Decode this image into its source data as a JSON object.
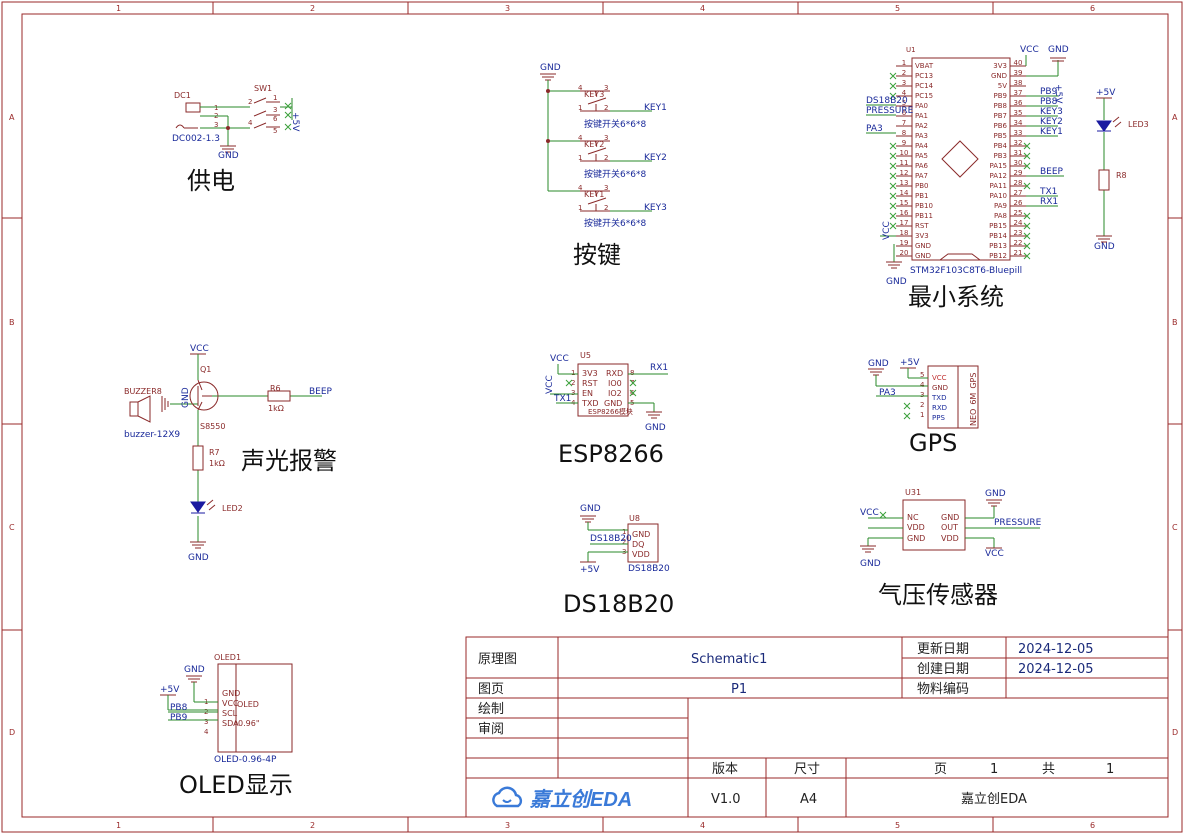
{
  "border": {
    "columns": [
      "1",
      "2",
      "3",
      "4",
      "5",
      "6"
    ],
    "rows": [
      "A",
      "B",
      "C",
      "D"
    ]
  },
  "blocks": {
    "power": {
      "title": "供电",
      "dc_ref": "DC1",
      "dc_value": "DC002-1.3",
      "sw_ref": "SW1",
      "gnd": "GND",
      "v5": "+5V",
      "pins": [
        "1",
        "2",
        "3",
        "1",
        "2",
        "3",
        "4",
        "5",
        "6"
      ]
    },
    "keys": {
      "title": "按键",
      "gnd": "GND",
      "refs": [
        "KEY3",
        "KEY2",
        "KEY1"
      ],
      "value": "按键开关6*6*8",
      "nets": [
        "KEY1",
        "KEY2",
        "KEY3"
      ]
    },
    "mcu": {
      "title": "最小系统",
      "ref": "U1",
      "value": "STM32F103C8T6-Bluepill",
      "vcc": "VCC",
      "gnd": "GND",
      "v5": "+5V",
      "left_pins": [
        {
          "num": "1",
          "name": "VBAT"
        },
        {
          "num": "2",
          "name": "PC13"
        },
        {
          "num": "3",
          "name": "PC14"
        },
        {
          "num": "4",
          "name": "PC15"
        },
        {
          "num": "5",
          "name": "PA0"
        },
        {
          "num": "6",
          "name": "PA1"
        },
        {
          "num": "7",
          "name": "PA2"
        },
        {
          "num": "8",
          "name": "PA3"
        },
        {
          "num": "9",
          "name": "PA4"
        },
        {
          "num": "10",
          "name": "PA5"
        },
        {
          "num": "11",
          "name": "PA6"
        },
        {
          "num": "12",
          "name": "PA7"
        },
        {
          "num": "13",
          "name": "PB0"
        },
        {
          "num": "14",
          "name": "PB1"
        },
        {
          "num": "15",
          "name": "PB10"
        },
        {
          "num": "16",
          "name": "PB11"
        },
        {
          "num": "17",
          "name": "RST"
        },
        {
          "num": "18",
          "name": "3V3"
        },
        {
          "num": "19",
          "name": "GND"
        },
        {
          "num": "20",
          "name": "GND"
        }
      ],
      "right_pins": [
        {
          "num": "40",
          "name": "3V3"
        },
        {
          "num": "39",
          "name": "GND"
        },
        {
          "num": "38",
          "name": "5V"
        },
        {
          "num": "37",
          "name": "PB9"
        },
        {
          "num": "36",
          "name": "PB8"
        },
        {
          "num": "35",
          "name": "PB7"
        },
        {
          "num": "34",
          "name": "PB6"
        },
        {
          "num": "33",
          "name": "PB5"
        },
        {
          "num": "32",
          "name": "PB4"
        },
        {
          "num": "31",
          "name": "PB3"
        },
        {
          "num": "30",
          "name": "PA15"
        },
        {
          "num": "29",
          "name": "PA12"
        },
        {
          "num": "28",
          "name": "PA11"
        },
        {
          "num": "27",
          "name": "PA10"
        },
        {
          "num": "26",
          "name": "PA9"
        },
        {
          "num": "25",
          "name": "PA8"
        },
        {
          "num": "24",
          "name": "PB15"
        },
        {
          "num": "23",
          "name": "PB14"
        },
        {
          "num": "22",
          "name": "PB13"
        },
        {
          "num": "21",
          "name": "PB12"
        }
      ],
      "left_nets": {
        "pa0": "DS18B20",
        "pa1": "PRESSURE",
        "pa3": "PA3"
      },
      "right_nets": [
        "PB9",
        "PB8",
        "KEY3",
        "KEY2",
        "KEY1",
        "BEEP",
        "TX1",
        "RX1"
      ],
      "led_ref": "LED3",
      "r_ref": "R8"
    },
    "alarm": {
      "title": "声光报警",
      "vcc": "VCC",
      "q_ref": "Q1",
      "q_value": "S8550",
      "buzzer_ref": "BUZZER8",
      "buzzer_value": "buzzer-12X9",
      "gnd": "GND",
      "r6": "R6",
      "r6_value": "1kΩ",
      "beep": "BEEP",
      "r7": "R7",
      "r7_value": "1kΩ",
      "led": "LED2"
    },
    "esp": {
      "title": "ESP8266",
      "ref": "U5",
      "vcc": "VCC",
      "gnd": "GND",
      "tx": "TX1",
      "rx": "RX1",
      "left": [
        "3V3",
        "RST",
        "EN",
        "TXD"
      ],
      "right": [
        "RXD",
        "IO0",
        "IO2",
        "GND"
      ],
      "sub": "ESP8266模块"
    },
    "gps": {
      "title": "GPS",
      "gnd": "GND",
      "v5": "+5V",
      "net": "PA3",
      "pins": [
        "VCC",
        "GND",
        "TXD",
        "RXD",
        "PPS"
      ],
      "nums": [
        "5",
        "4",
        "3",
        "2",
        "1"
      ],
      "module": "NEO_6M_GPS"
    },
    "ds18b20": {
      "title": "DS18B20",
      "ref": "U8",
      "gnd": "GND",
      "v5": "+5V",
      "net": "DS18B20",
      "pins": [
        "GND",
        "DQ",
        "VDD"
      ],
      "nums": [
        "1",
        "2",
        "3"
      ],
      "value": "DS18B20"
    },
    "pressure": {
      "title": "气压传感器",
      "ref": "U31",
      "vcc": "VCC",
      "gnd": "GND",
      "net": "PRESSURE",
      "left": [
        "NC",
        "VDD",
        "GND"
      ],
      "right": [
        "GND",
        "OUT",
        "VDD"
      ]
    },
    "oled": {
      "title": "OLED显示",
      "ref": "OLED1",
      "gnd": "GND",
      "v5": "+5V",
      "pins": [
        "GND",
        "VCC",
        "SCL",
        "SDA"
      ],
      "nums": [
        "1",
        "2",
        "3",
        "4"
      ],
      "nets": [
        "PB8",
        "PB9"
      ],
      "label1": "OLED",
      "label2": "0.96\"",
      "value": "OLED-0.96-4P"
    }
  },
  "title_block": {
    "label_schematic": "原理图",
    "schematic": "Schematic1",
    "label_updated": "更新日期",
    "updated": "2024-12-05",
    "label_created": "创建日期",
    "created": "2024-12-05",
    "label_sheet": "图页",
    "sheet": "P1",
    "label_material": "物料编码",
    "label_drawn": "绘制",
    "label_review": "审阅",
    "label_version": "版本",
    "version": "V1.0",
    "label_size": "尺寸",
    "size": "A4",
    "label_page": "页",
    "page": "1",
    "label_total": "共",
    "total": "1",
    "logo": "嘉立创EDA",
    "company": "嘉立创EDA"
  },
  "colors": {
    "border": "#9a2a2a",
    "wire": "#2a8a2a",
    "net": "#1a2a9a",
    "part": "#8a2a2a",
    "noconnect": "#3aa03a",
    "led": "#1a1aa0",
    "logo": "#3a7ad8"
  }
}
